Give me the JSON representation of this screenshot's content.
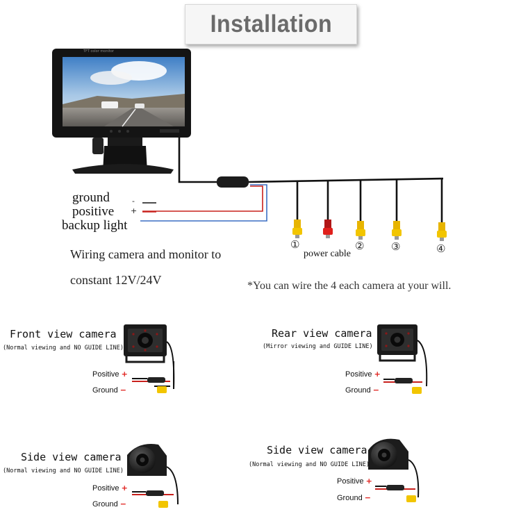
{
  "title": "Installation",
  "monitor": {
    "brand_text": "TFT color monitor"
  },
  "wiring": {
    "ground_label": "ground",
    "ground_sign": "-",
    "positive_label": "positive",
    "positive_sign": "+",
    "backup_label": "backup light",
    "power_cable_label": "power cable",
    "connector_numbers": [
      "①",
      "②",
      "③",
      "④"
    ]
  },
  "instruction_line1": "Wiring camera and monitor to",
  "instruction_line2": "constant 12V/24V",
  "note": "*You can wire the 4 each camera at your will.",
  "cameras": [
    {
      "title": "Front view camera",
      "subtitle": "(Normal viewing and NO GUIDE LINE)",
      "positive": "Positive",
      "ground": "Ground"
    },
    {
      "title": "Rear view camera",
      "subtitle": "(Mirror viewing  and GUIDE LINE)",
      "positive": "Positive",
      "ground": "Ground"
    },
    {
      "title": "Side view camera",
      "subtitle": "(Normal viewing and NO GUIDE LINE)",
      "positive": "Positive",
      "ground": "Ground"
    },
    {
      "title": "Side view camera",
      "subtitle": "(Normal viewing and NO GUIDE LINE)",
      "positive": "Positive",
      "ground": "Ground"
    }
  ],
  "colors": {
    "wire": "#111111",
    "red": "#e0201c",
    "yellow": "#f2c500",
    "blue": "#3b6fc4",
    "title_text": "#6b6b6b"
  }
}
